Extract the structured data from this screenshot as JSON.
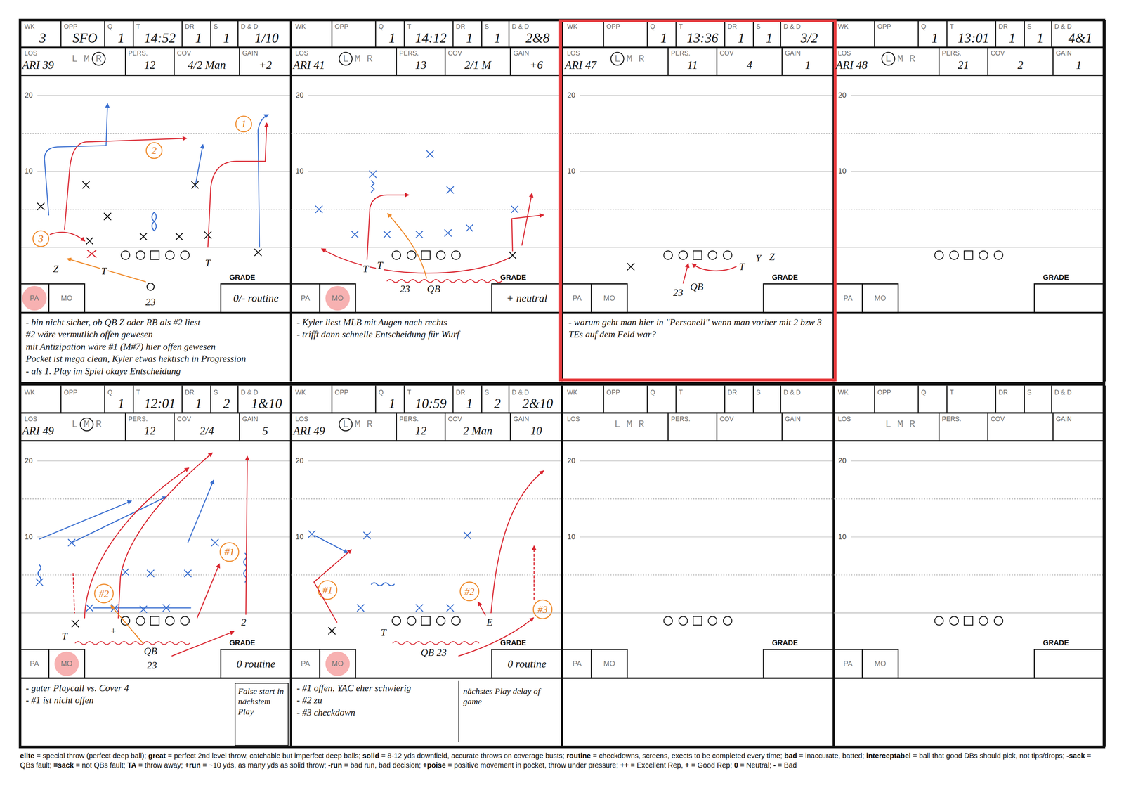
{
  "diagram": {
    "nodes": [
      {
        "text": [
          "WK",
          "OPP",
          "Q",
          "T",
          "DR",
          "S",
          "D & D",
          "LOS",
          "L M R",
          "PERS.",
          "COV",
          "GAIN",
          "20",
          "10",
          "GRADE",
          "PA",
          "MO",
          "3",
          "SFO",
          "1",
          "14:52",
          "1",
          "1",
          "1/10",
          "ARI 39",
          "12",
          "4/2 Man",
          "+2",
          "0/- routine",
          "Z",
          "T",
          "T",
          "23",
          "3",
          "2",
          "1",
          "- bin nicht sicher, ob QB Z oder RB als #2 liest",
          "#2 wäre vermutlich offen gewesen",
          "mit Antizipation wäre #1 (M#7) hier offen gewesen",
          "Pocket ist mega clean, Kyler etwas hektisch in Progression",
          "- als 1. Play im Spiel okaye Entscheidung"
        ]
      },
      {
        "text": [
          "WK",
          "OPP",
          "Q",
          "T",
          "DR",
          "S",
          "D & D",
          "LOS",
          "L M R",
          "PERS.",
          "COV",
          "GAIN",
          "20",
          "10",
          "GRADE",
          "PA",
          "MO",
          "1",
          "14:12",
          "1",
          "1",
          "2&8",
          "ARI 41",
          "13",
          "2/1 M",
          "+6",
          "+ neutral",
          "T",
          "T",
          "23",
          "QB",
          "- Kyler liest MLB mit Augen nach rechts",
          "- trifft dann schnelle Entscheidung für Wurf"
        ]
      },
      {
        "text": [
          "WK",
          "OPP",
          "Q",
          "T",
          "DR",
          "S",
          "D & D",
          "LOS",
          "L M R",
          "PERS.",
          "COV",
          "GAIN",
          "20",
          "10",
          "GRADE",
          "PA",
          "MO",
          "1",
          "13:36",
          "1",
          "1",
          "3/2",
          "ARI 47",
          "11",
          "4",
          "1",
          "Y",
          "Z",
          "T",
          "23",
          "QB",
          "- warum geht man hier in \"Personell\" wenn man vorher mit 2 bzw 3 TEs auf dem Feld war?"
        ]
      },
      {
        "text": [
          "WK",
          "OPP",
          "Q",
          "T",
          "DR",
          "S",
          "D & D",
          "LOS",
          "L M R",
          "PERS.",
          "COV",
          "GAIN",
          "20",
          "10",
          "GRADE",
          "PA",
          "MO",
          "1",
          "13:01",
          "1",
          "1",
          "4&1",
          "ARI 48",
          "21",
          "2",
          "1"
        ]
      },
      {
        "text": [
          "WK",
          "OPP",
          "Q",
          "T",
          "DR",
          "S",
          "D & D",
          "LOS",
          "L M R",
          "PERS.",
          "COV",
          "GAIN",
          "20",
          "10",
          "GRADE",
          "PA",
          "MO",
          "1",
          "12:01",
          "1",
          "2",
          "1&10",
          "ARI 49",
          "12",
          "2/4",
          "5",
          "0 routine",
          "T",
          "+",
          "2",
          "QB",
          "23",
          "#1",
          "#2",
          "- guter Playcall vs. Cover 4",
          "- #1 ist nicht offen",
          "False start in nächstem Play"
        ]
      },
      {
        "text": [
          "WK",
          "OPP",
          "Q",
          "T",
          "DR",
          "S",
          "D & D",
          "LOS",
          "L M R",
          "PERS.",
          "COV",
          "GAIN",
          "20",
          "10",
          "GRADE",
          "PA",
          "MO",
          "1",
          "10:59",
          "1",
          "2",
          "2&10",
          "ARI 49",
          "12",
          "2 Man",
          "10",
          "0 routine",
          "T",
          "E",
          "QB 23",
          "#1",
          "#2",
          "#3",
          "- #1 offen, YAC eher schwierig",
          "- #2 zu",
          "- #3 checkdown",
          "nächstes Play delay of game"
        ]
      },
      {
        "text": [
          "WK",
          "OPP",
          "Q",
          "T",
          "DR",
          "S",
          "D & D",
          "LOS",
          "L M R",
          "PERS.",
          "COV",
          "GAIN",
          "20",
          "10",
          "GRADE",
          "PA",
          "MO"
        ]
      },
      {
        "text": [
          "WK",
          "OPP",
          "Q",
          "T",
          "DR",
          "S",
          "D & D",
          "LOS",
          "L M R",
          "PERS.",
          "COV",
          "GAIN",
          "20",
          "10",
          "GRADE",
          "PA",
          "MO"
        ]
      }
    ],
    "labels": [
      "elite",
      "= special throw (perfect deep ball);",
      "great",
      "= perfect 2nd level throw, catchable but imperfect deep balls;",
      "solid",
      "= 8-12 yds downfield, accurate throws on coverage busts;",
      "routine",
      "= checkdowns, screens, exects to be completed every time;",
      "bad",
      "= inaccurate, batted;",
      "interceptabel",
      "= ball that good DBs should pick, not tips/drops;",
      "-sack",
      "= QBs fault;",
      "=sack",
      "= not QBs fault;",
      "TA",
      "= throw away;",
      "+run",
      "= ~10 yds, as many yds as solid throw;",
      "-run",
      "= bad run, bad decision;",
      "+poise",
      "= positive movement in pocket, throw under pressure;",
      "++",
      "= Excellent Rep,",
      "+",
      "= Good Rep;",
      "0",
      "= Neutral;",
      "-",
      "= Bad"
    ]
  }
}
